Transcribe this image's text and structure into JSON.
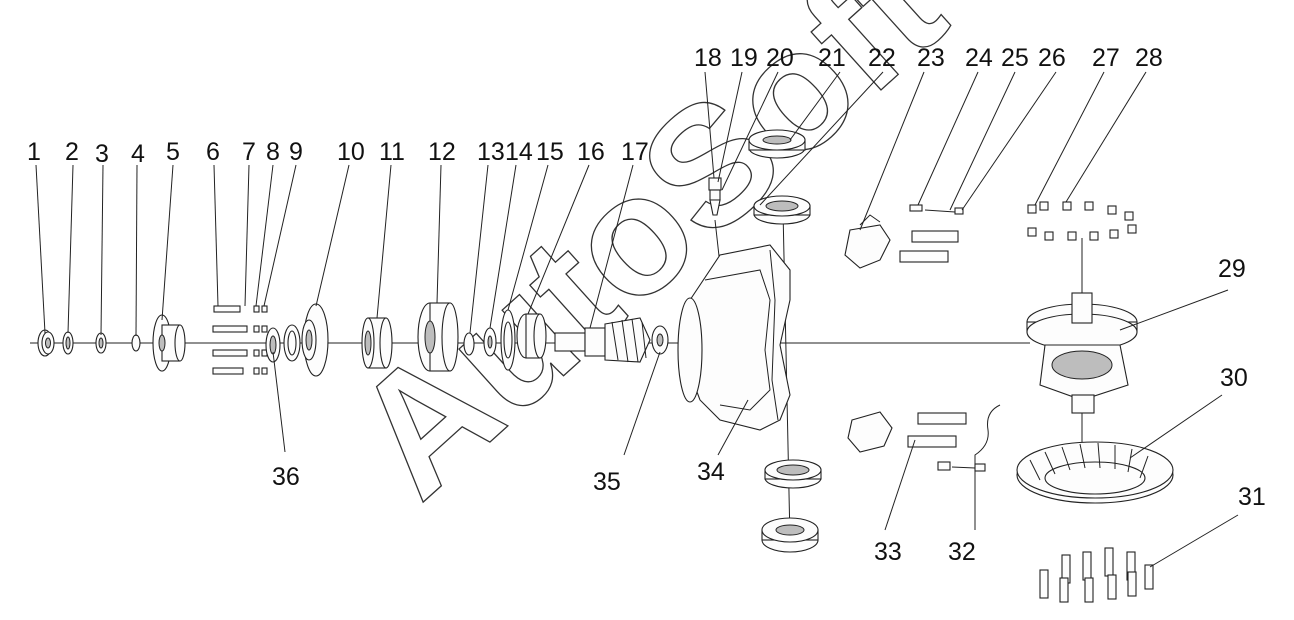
{
  "watermark": "AutoSoft",
  "callouts": {
    "p1": "1",
    "p2": "2",
    "p3": "3",
    "p4": "4",
    "p5": "5",
    "p6": "6",
    "p7": "7",
    "p8": "8",
    "p9": "9",
    "p10": "10",
    "p11": "11",
    "p12": "12",
    "p13": "13",
    "p14": "14",
    "p15": "15",
    "p16": "16",
    "p17": "17",
    "p18": "18",
    "p19": "19",
    "p20": "20",
    "p21": "21",
    "p22": "22",
    "p23": "23",
    "p24": "24",
    "p25": "25",
    "p26": "26",
    "p27": "27",
    "p28": "28",
    "p29": "29",
    "p30": "30",
    "p31": "31",
    "p32": "32",
    "p33": "33",
    "p34": "34",
    "p35": "35",
    "p36": "36"
  }
}
